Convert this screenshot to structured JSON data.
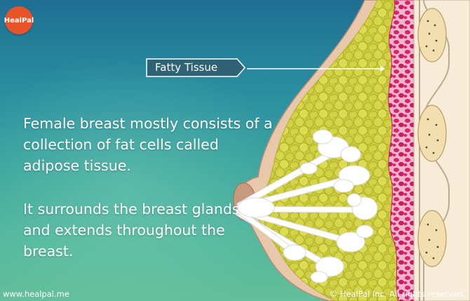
{
  "logo": {
    "text": "HealPal"
  },
  "callout": {
    "label": "Fatty Tissue"
  },
  "body": {
    "paragraph1": "Female breast mostly consists of a collection of fat cells called adipose tissue.",
    "paragraph2": "It surrounds the breast glands and extends throughout the breast."
  },
  "footer": {
    "website": "www.healpal.me",
    "copyright": "© HealPal Inc. All rights reserved."
  },
  "colors": {
    "background_top": "#1f6f93",
    "background_bottom": "#63bf9b",
    "logo": "#e8542a",
    "skin": "#e6c4a8",
    "fat": "#c7c83a",
    "gland_tissue": "#d8246e",
    "ribs": "#f7eedb"
  }
}
